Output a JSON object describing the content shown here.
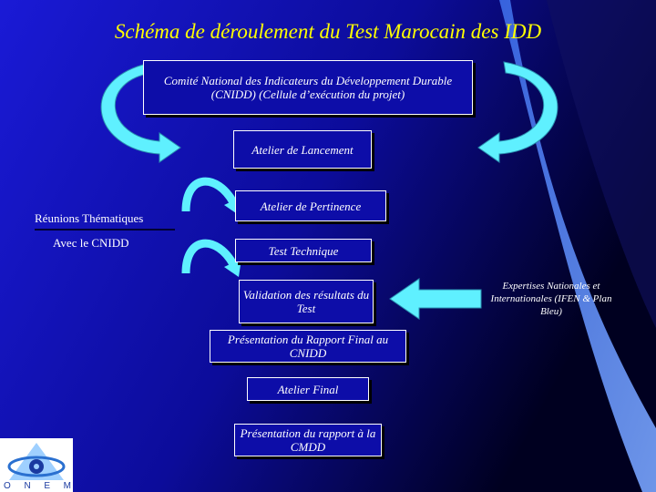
{
  "title": "Schéma de déroulement du Test Marocain des IDD",
  "boxes": {
    "cnidd": "Comité National des Indicateurs du Développement Durable (CNIDD) (Cellule d’exécution du projet)",
    "lancement": "Atelier de Lancement",
    "pertinence": "Atelier de Pertinence",
    "test_technique": "Test Technique",
    "validation": "Validation des résultats du Test",
    "presentation_cnidd": "Présentation du Rapport Final au CNIDD",
    "atelier_final": "Atelier Final",
    "presentation_cmdd": "Présentation du rapport à la CMDD"
  },
  "side": {
    "reunions": "Réunions Thématiques",
    "avec": "Avec le CNIDD"
  },
  "expertises": "Expertises Nationales et Internationales (IFEN & Plan Bleu)",
  "logo": {
    "letters": [
      "O",
      "N",
      "E",
      "M"
    ]
  },
  "colors": {
    "title": "#ffff00",
    "box_fill": "#0d0da8",
    "arrow": "#5ff0ff",
    "lightbeam": "#4f7fe8"
  }
}
